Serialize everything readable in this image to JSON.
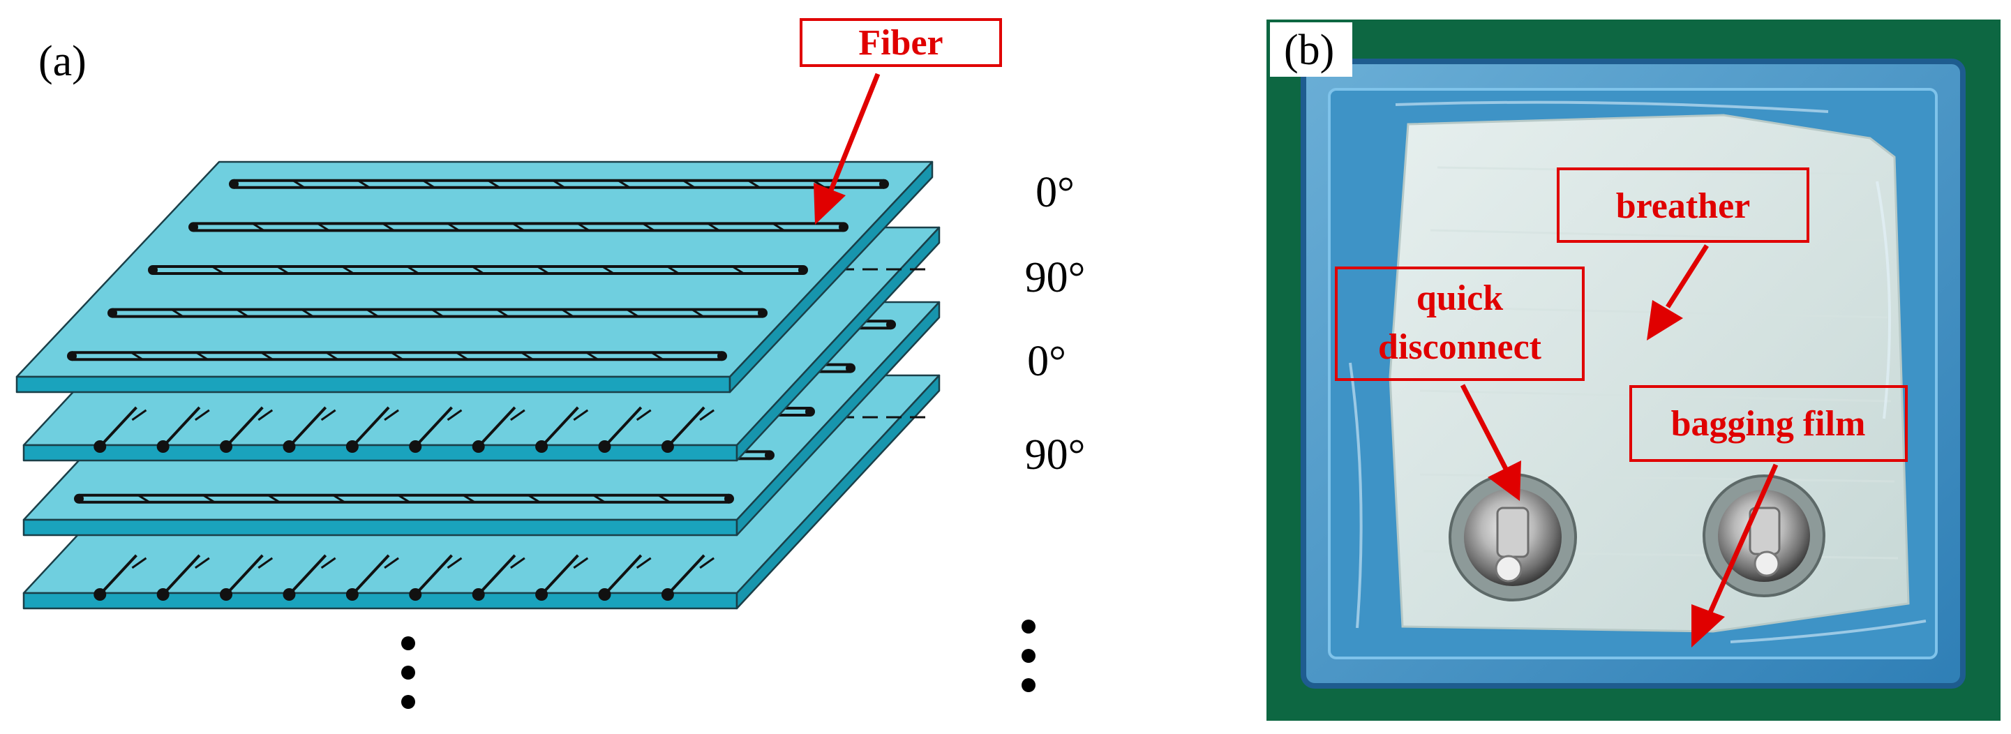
{
  "panel_a": {
    "label": "(a)",
    "fiber_callout": "Fiber",
    "angles": [
      "0°",
      "90°",
      "0°",
      "90°"
    ],
    "ellipsis_columns": 2
  },
  "panel_b": {
    "label": "(b)",
    "callouts": {
      "breather": "breather",
      "quick_line1": "quick",
      "quick_line2": "disconnect",
      "bagging_film": "bagging film"
    }
  },
  "colors": {
    "ply_top": "#6fcfdf",
    "ply_front": "#1aa3bd",
    "callout_red": "#e00000",
    "photo_bg": "#0f6f47"
  }
}
